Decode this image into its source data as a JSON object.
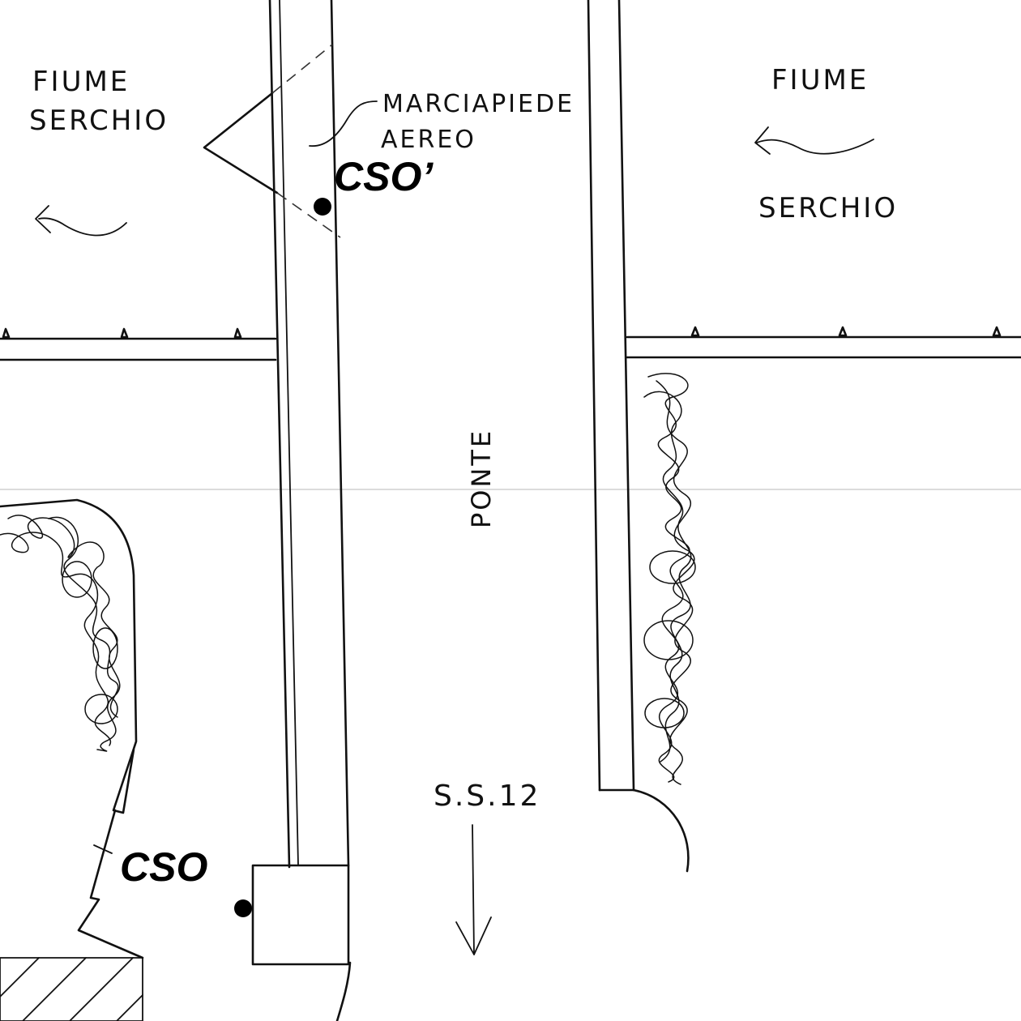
{
  "labels": {
    "river_left_line1": "FIUME",
    "river_left_line2": "SERCHIO",
    "river_right_line1": "FIUME",
    "river_right_line2": "SERCHIO",
    "walkway_line1": "MARCIAPIEDE",
    "walkway_line2": "AEREO",
    "bridge": "PONTE",
    "road": "S.S.12",
    "cso_top": "CSO’",
    "cso_bottom": "CSO"
  },
  "colors": {
    "ink": "#111111",
    "paper": "#ffffff",
    "marker": "#000000"
  },
  "icons": {
    "flow_arrow": "curved-left-arrow-icon",
    "road_direction": "down-arrow-icon",
    "measurement_point": "filled-dot-icon"
  }
}
